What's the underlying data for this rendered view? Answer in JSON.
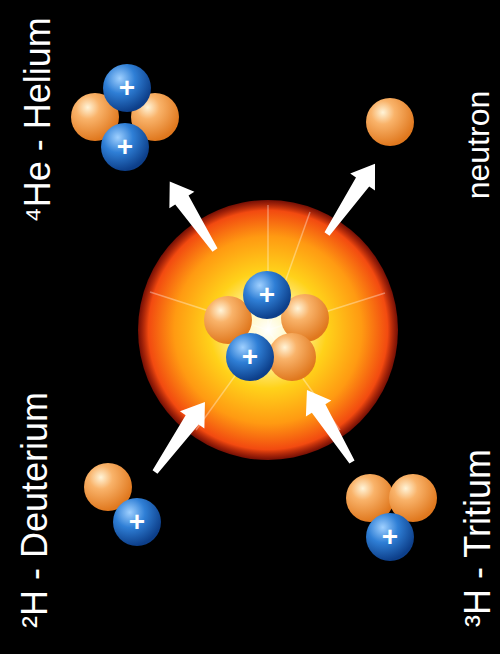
{
  "diagram": {
    "labels": [
      "⁴He - Helium",
      "+",
      "+",
      "neutron",
      "+",
      "+",
      "²H - Deuterium",
      "+",
      "³H - Tritium",
      "+"
    ]
  }
}
